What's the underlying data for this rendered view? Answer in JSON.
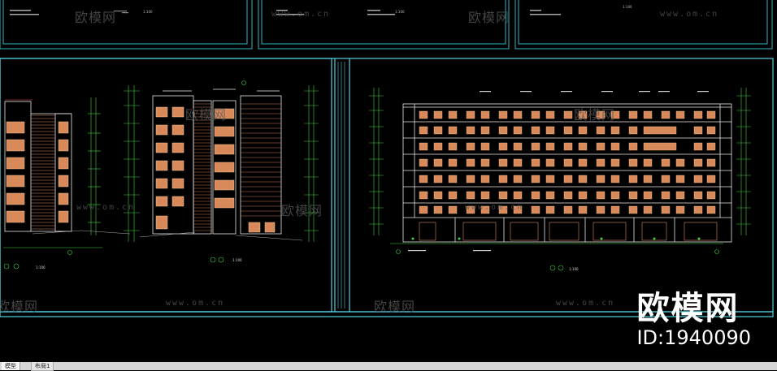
{
  "viewport_labels": {
    "top_a": "1:100",
    "top_b": "1:100",
    "top_c": "1:100"
  },
  "drawings": {
    "left_view_caption": "1:100",
    "middle_view_caption": "1:100",
    "right_view_caption": "1:100"
  },
  "watermark": {
    "brand_cn": "欧模网",
    "url": "www.om.cn"
  },
  "brand_badge": {
    "name": "欧模网",
    "id_text": "ID:1940090"
  },
  "layout_tabs": [
    {
      "label": "模型",
      "active": true
    },
    {
      "label": "布局1",
      "active": false
    }
  ],
  "colors": {
    "frame": "#4fd2e0",
    "building": "#e8e8e8",
    "window": "#d8895a",
    "dim": "#3cd03c",
    "accent": "#e05a5a"
  }
}
